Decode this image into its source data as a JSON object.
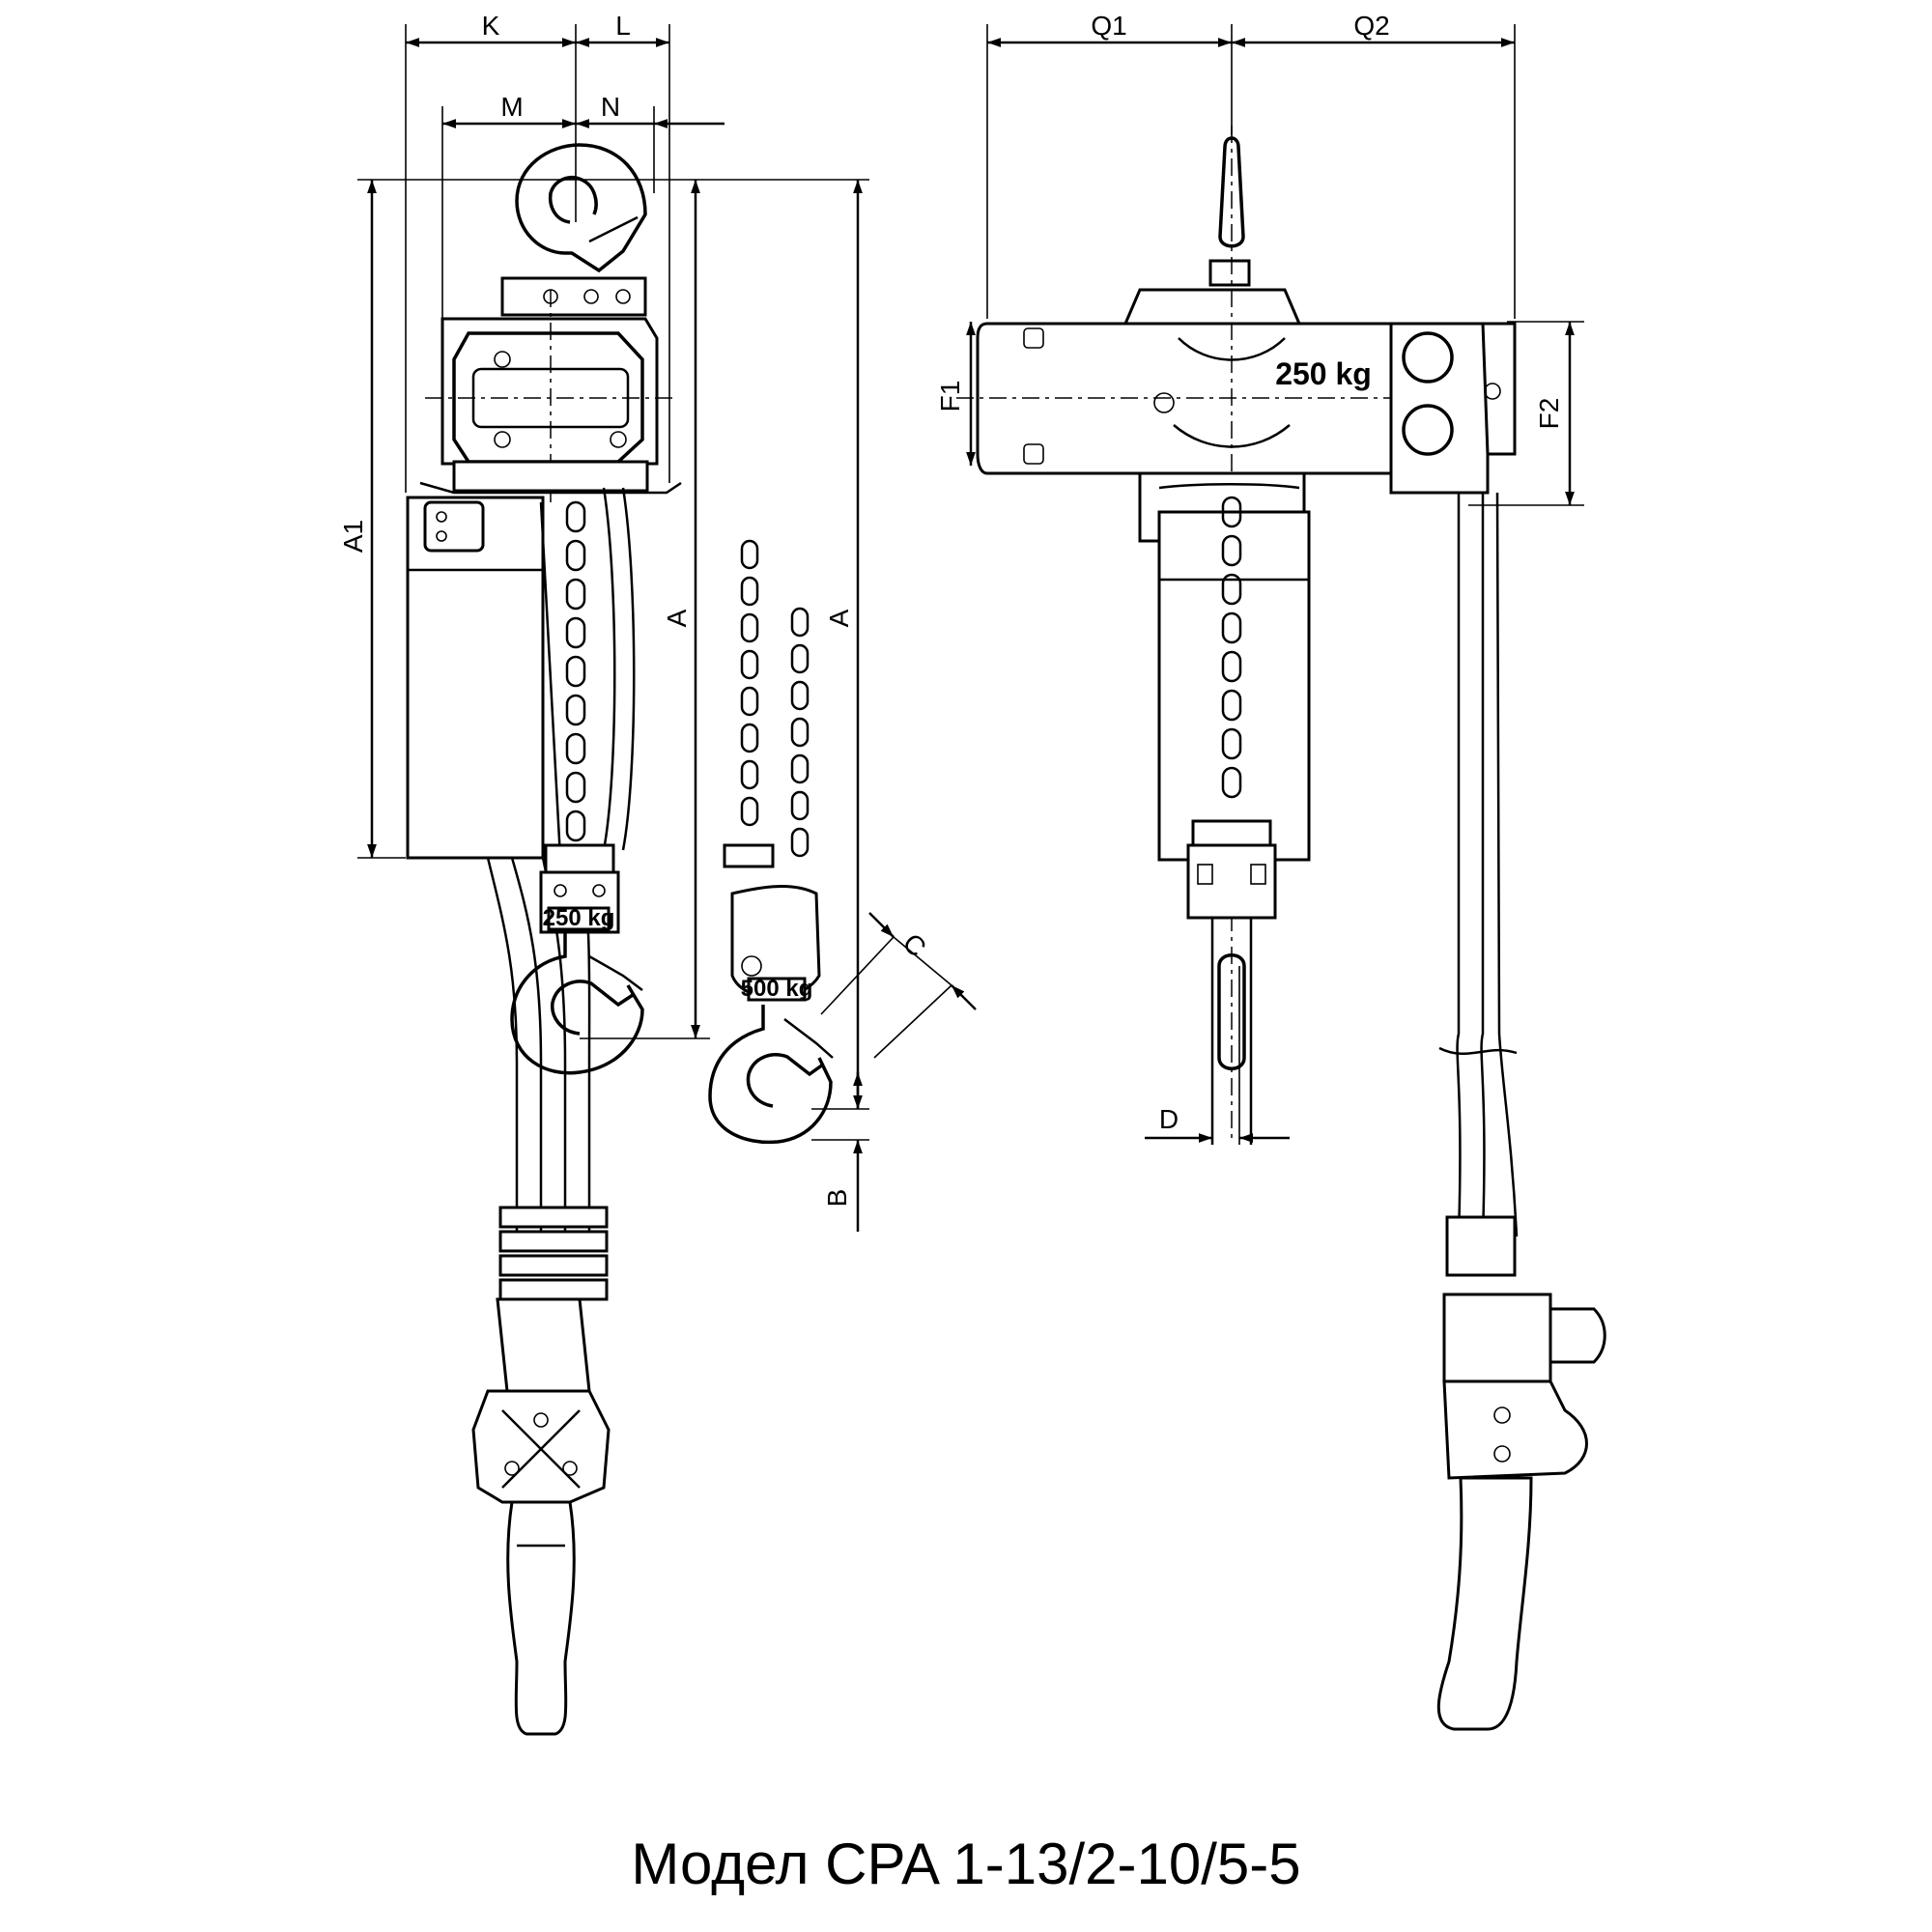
{
  "caption": "Модел CPA 1-13/2-10/5-5",
  "dimensions": {
    "k": "K",
    "l": "L",
    "m": "M",
    "n": "N",
    "a1": "A1",
    "a": "A",
    "b": "B",
    "c": "C",
    "d": "D",
    "q1": "Q1",
    "q2": "Q2",
    "f1": "F1",
    "f2": "F2"
  },
  "capacity_labels": {
    "side_hook": "250 kg",
    "double_hook": "500 kg",
    "front_body": "250 kg"
  }
}
